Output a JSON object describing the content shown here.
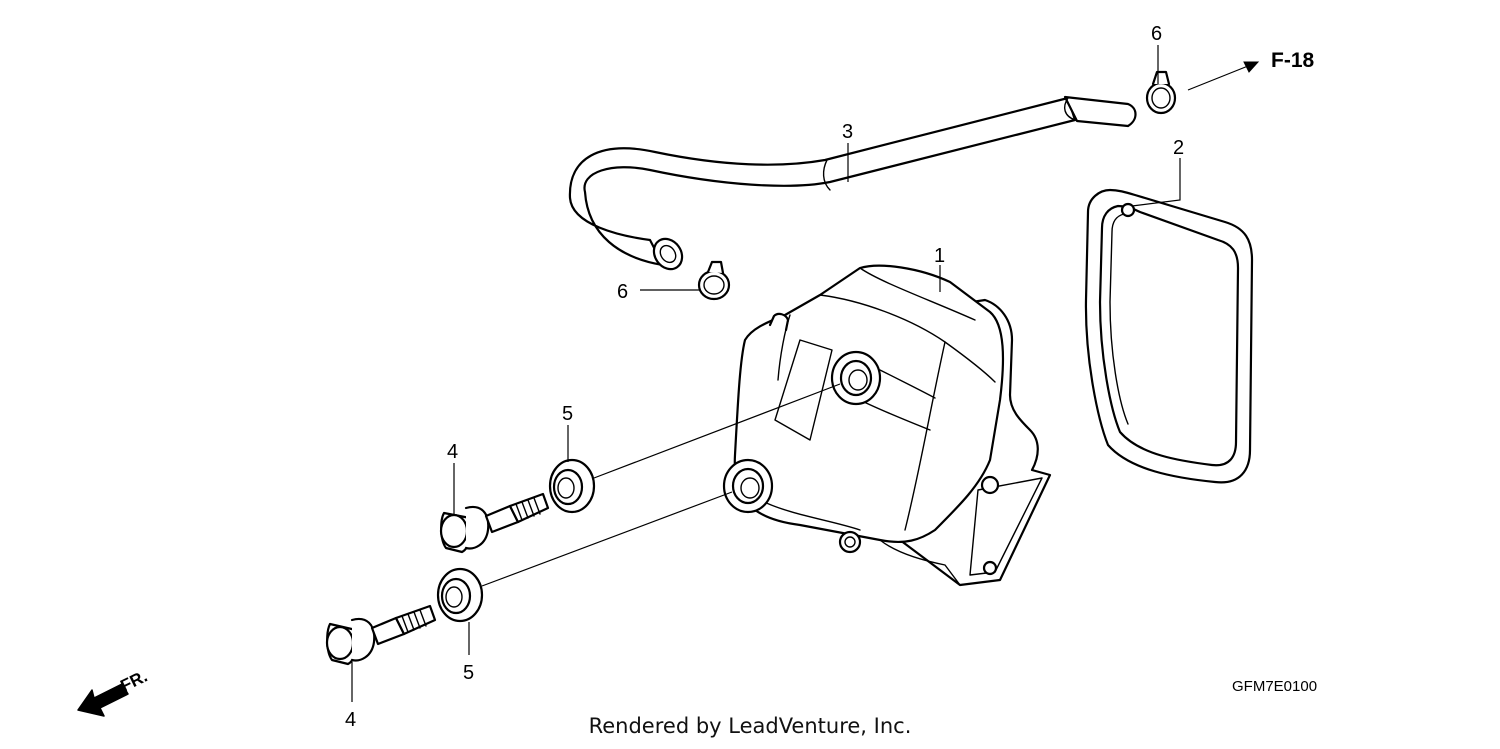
{
  "diagram": {
    "callouts": [
      {
        "id": "cover",
        "label": "1"
      },
      {
        "id": "gasket",
        "label": "2"
      },
      {
        "id": "tube",
        "label": "3"
      },
      {
        "id": "bolt_upper",
        "label": "4"
      },
      {
        "id": "bolt_lower",
        "label": "4"
      },
      {
        "id": "washer_upper",
        "label": "5"
      },
      {
        "id": "washer_lower",
        "label": "5"
      },
      {
        "id": "clip_upper",
        "label": "6"
      },
      {
        "id": "clip_left",
        "label": "6"
      }
    ],
    "reference": "F-18",
    "front_indicator": "FR.",
    "diagram_code": "GFM7E0100"
  },
  "footer": {
    "credit": "Rendered by LeadVenture, Inc."
  },
  "colors": {
    "line": "#000000",
    "background": "#ffffff"
  }
}
